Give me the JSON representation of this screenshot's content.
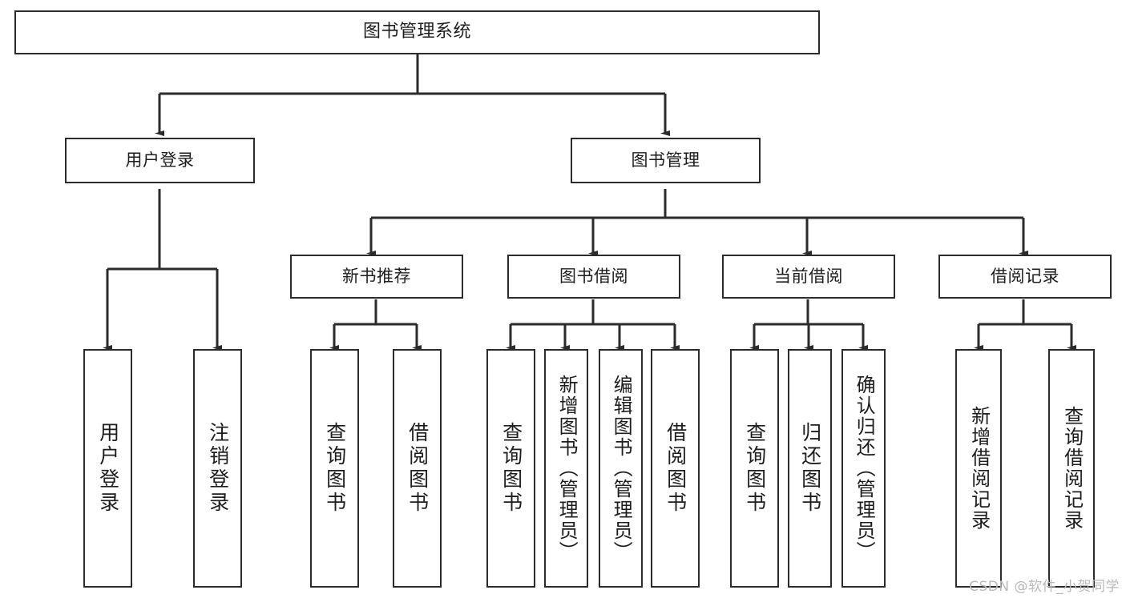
{
  "diagram": {
    "title": "图书管理系统",
    "type": "tree",
    "watermark": "CSDN @软件_小贺同学",
    "colors": {
      "box_border": "#2b2b2b",
      "box_fill": "#ffffff",
      "connector": "#2b2b2b",
      "text": "#1d1d1d",
      "watermark": "#b9b9b9",
      "background": "#ffffff"
    },
    "levels": {
      "root": "图书管理系统",
      "level2": [
        "用户登录",
        "图书管理"
      ],
      "level3": [
        "新书推荐",
        "图书借阅",
        "当前借阅",
        "借阅记录"
      ]
    },
    "nodes": {
      "root": {
        "label": "图书管理系统"
      },
      "user_login": {
        "label": "用户登录"
      },
      "book_manage": {
        "label": "图书管理"
      },
      "new_book_rec": {
        "label": "新书推荐"
      },
      "book_borrow": {
        "label": "图书借阅"
      },
      "current_borrow": {
        "label": "当前借阅"
      },
      "borrow_record": {
        "label": "借阅记录"
      },
      "leaf_user_login": {
        "label": "用户登录"
      },
      "leaf_logout": {
        "label": "注销登录"
      },
      "leaf_query_book_1": {
        "label": "查询图书"
      },
      "leaf_borrow_book_1": {
        "label": "借阅图书"
      },
      "leaf_query_book_2": {
        "label": "查询图书"
      },
      "leaf_add_book": {
        "label": "新增图书（管理员）"
      },
      "leaf_edit_book": {
        "label": "编辑图书（管理员）"
      },
      "leaf_borrow_book_2": {
        "label": "借阅图书"
      },
      "leaf_query_book_3": {
        "label": "查询图书"
      },
      "leaf_return_book": {
        "label": "归还图书"
      },
      "leaf_confirm_return": {
        "label": "确认归还（管理员）"
      },
      "leaf_add_record": {
        "label": "新增借阅记录"
      },
      "leaf_query_record": {
        "label": "查询借阅记录"
      }
    },
    "tree": [
      {
        "label": "图书管理系统",
        "children": [
          {
            "label": "用户登录",
            "children": [
              {
                "label": "用户登录"
              },
              {
                "label": "注销登录"
              }
            ]
          },
          {
            "label": "图书管理",
            "children": [
              {
                "label": "新书推荐",
                "children": [
                  {
                    "label": "查询图书"
                  },
                  {
                    "label": "借阅图书"
                  }
                ]
              },
              {
                "label": "图书借阅",
                "children": [
                  {
                    "label": "查询图书"
                  },
                  {
                    "label": "新增图书（管理员）"
                  },
                  {
                    "label": "编辑图书（管理员）"
                  },
                  {
                    "label": "借阅图书"
                  }
                ]
              },
              {
                "label": "当前借阅",
                "children": [
                  {
                    "label": "查询图书"
                  },
                  {
                    "label": "归还图书"
                  },
                  {
                    "label": "确认归还（管理员）"
                  }
                ]
              },
              {
                "label": "借阅记录",
                "children": [
                  {
                    "label": "新增借阅记录"
                  },
                  {
                    "label": "查询借阅记录"
                  }
                ]
              }
            ]
          }
        ]
      }
    ]
  }
}
